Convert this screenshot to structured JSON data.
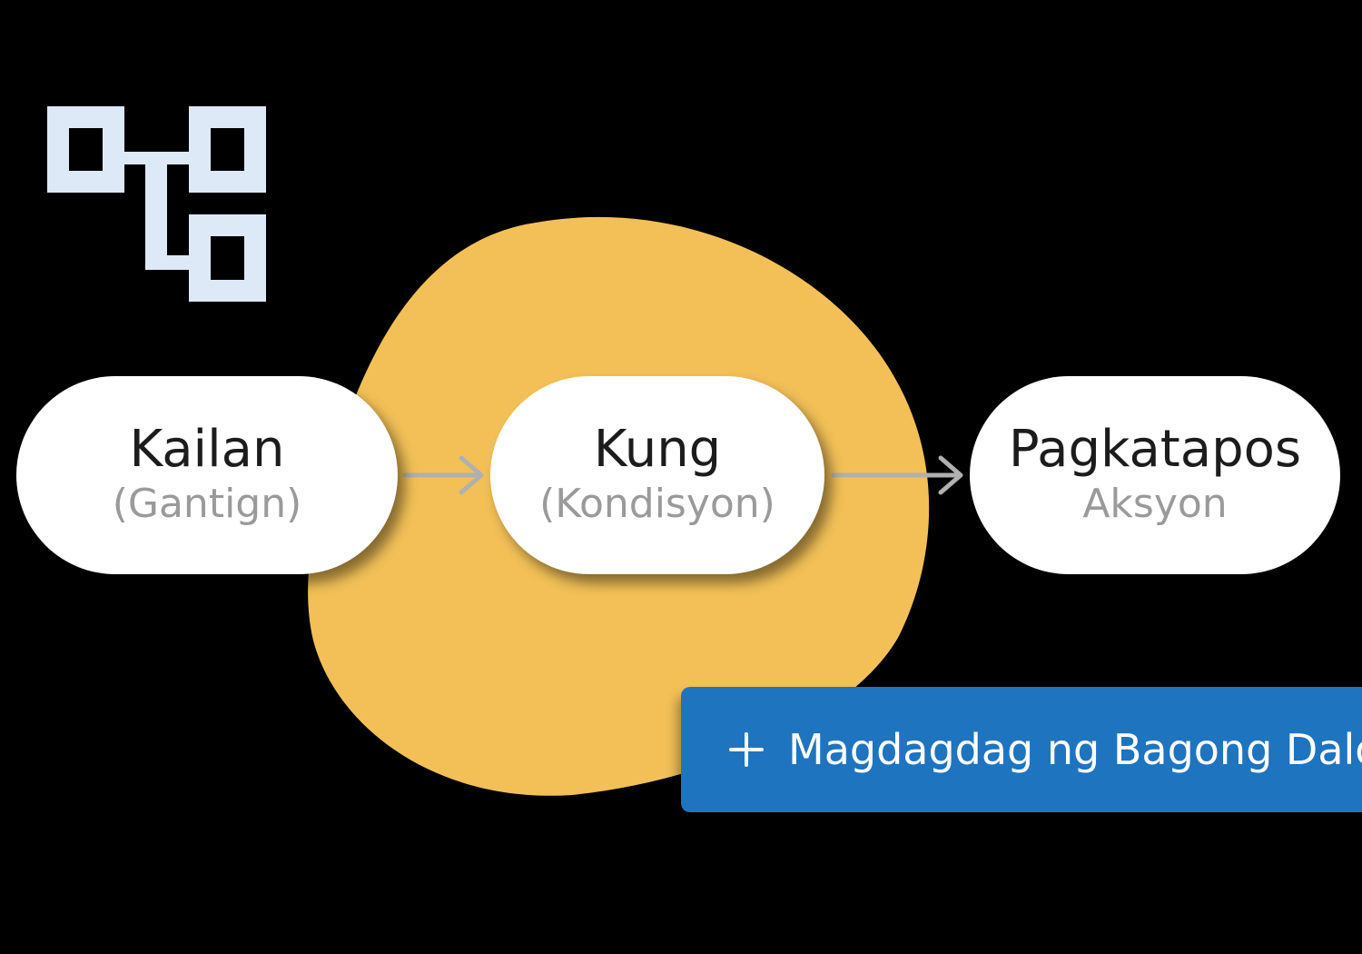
{
  "nodes": {
    "when": {
      "title": "Kailan",
      "subtitle": "(Gantign)"
    },
    "if": {
      "title": "Kung",
      "subtitle": "(Kondisyon)"
    },
    "then": {
      "title": "Pagkatapos",
      "subtitle": "Aksyon"
    }
  },
  "button": {
    "label": "Magdagdag ng Bagong Dalo"
  },
  "icons": {
    "workflow": "workflow-icon",
    "arrow": "arrow-right-icon",
    "plus": "plus-icon"
  },
  "colors": {
    "background": "#000000",
    "blob": "#f2c057",
    "icon": "#dde9f7",
    "button": "#1f74bf",
    "arrow": "#b0b0b0"
  }
}
